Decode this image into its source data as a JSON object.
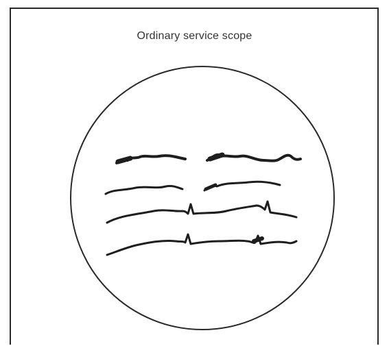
{
  "figure": {
    "title": "Ordinary service scope"
  },
  "colors": {
    "background": "#ffffff",
    "outline": "#2a2a2a",
    "trace": "#1e1e1e",
    "text": "#333333"
  },
  "scope_view": {
    "shape": "circle",
    "content": "four rows of noisy waveform traces"
  }
}
